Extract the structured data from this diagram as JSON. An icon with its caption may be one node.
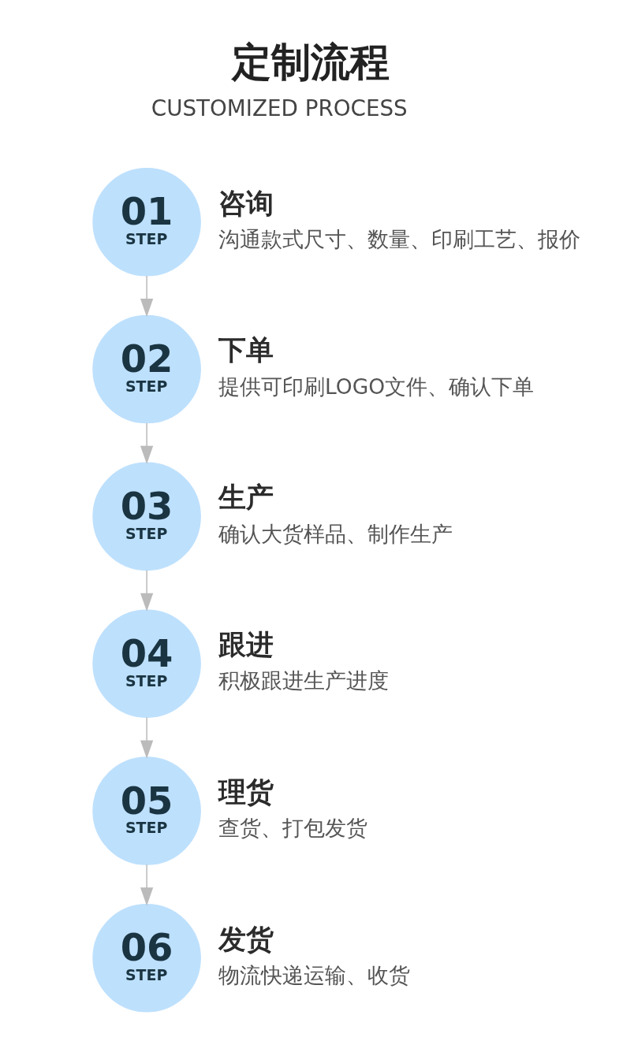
{
  "diagram": {
    "title": "定制流程",
    "nodes": [
      {
        "text": [
          "01",
          "STEP"
        ],
        "beside": [
          "咨询",
          "沟通款式尺寸、数量、印刷工艺、报价"
        ]
      },
      {
        "text": [
          "02",
          "STEP"
        ],
        "beside": [
          "下单",
          "提供可印刷LOGO文件、确认下单"
        ]
      },
      {
        "text": [
          "03",
          "STEP"
        ],
        "beside": [
          "生产",
          "确认大货样品、制作生产"
        ]
      },
      {
        "text": [
          "04",
          "STEP"
        ],
        "beside": [
          "跟进",
          "积极跟进生产进度"
        ]
      },
      {
        "text": [
          "05",
          "STEP"
        ],
        "beside": [
          "理货",
          "查货、打包发货"
        ]
      },
      {
        "text": [
          "06",
          "STEP"
        ],
        "beside": [
          "发货",
          "物流快递运输、收货"
        ]
      }
    ],
    "edges": [
      {
        "from": 0,
        "to": 1,
        "arrow": "to"
      },
      {
        "from": 1,
        "to": 2,
        "arrow": "to"
      },
      {
        "from": 2,
        "to": 3,
        "arrow": "to"
      },
      {
        "from": 3,
        "to": 4,
        "arrow": "to"
      },
      {
        "from": 4,
        "to": 5,
        "arrow": "to"
      }
    ],
    "labels": [
      "CUSTOMIZED PROCESS"
    ]
  }
}
